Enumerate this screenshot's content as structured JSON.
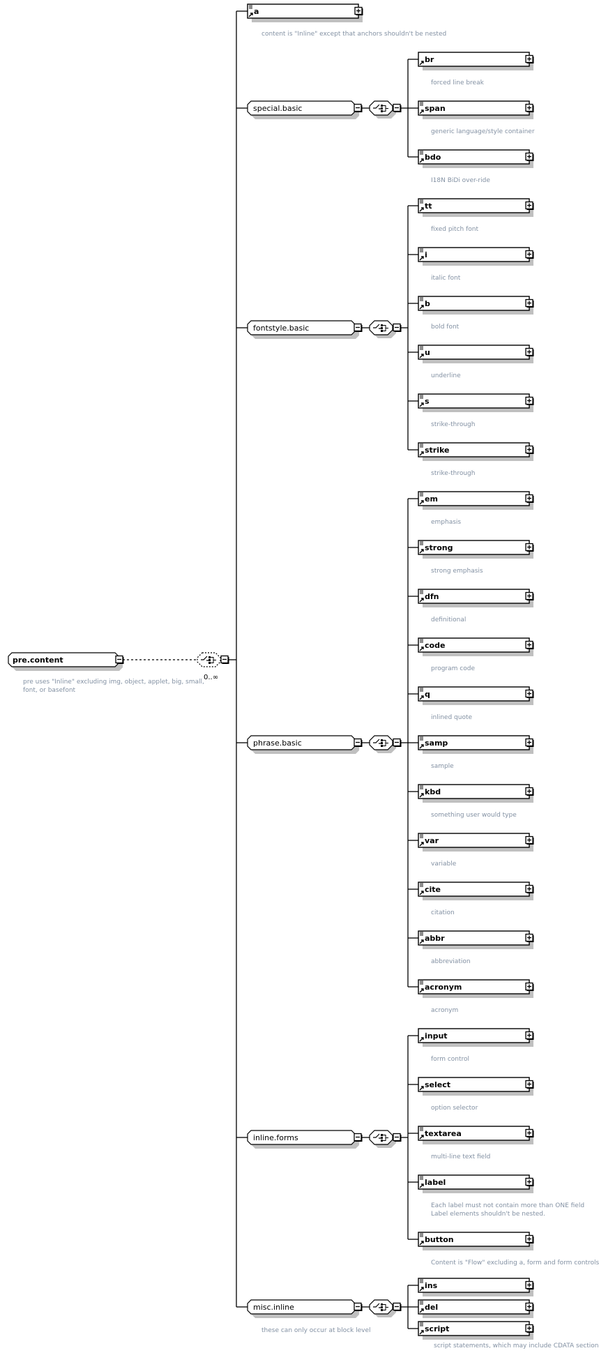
{
  "root": {
    "name": "pre.content",
    "desc": [
      "pre uses \"Inline\" excluding img, object, applet, big, small,",
      "font, or basefont"
    ],
    "cardinality": "0..∞",
    "compositor": "choice"
  },
  "first_element": {
    "name": "a",
    "has_attributes": true,
    "desc": [
      "content is \"Inline\" except that anchors shouldn't be nested"
    ]
  },
  "groups": [
    {
      "name": "special.basic",
      "compositor": "choice",
      "desc": [],
      "children": [
        {
          "name": "br",
          "has_attributes": false,
          "desc": [
            "forced line break"
          ]
        },
        {
          "name": "span",
          "has_attributes": true,
          "desc": [
            "generic language/style container"
          ]
        },
        {
          "name": "bdo",
          "has_attributes": true,
          "desc": [
            "I18N BiDi over-ride"
          ]
        }
      ]
    },
    {
      "name": "fontstyle.basic",
      "compositor": "choice",
      "desc": [],
      "children": [
        {
          "name": "tt",
          "has_attributes": true,
          "desc": [
            "fixed pitch font"
          ]
        },
        {
          "name": "i",
          "has_attributes": true,
          "desc": [
            "italic font"
          ]
        },
        {
          "name": "b",
          "has_attributes": true,
          "desc": [
            "bold font"
          ]
        },
        {
          "name": "u",
          "has_attributes": true,
          "desc": [
            "underline"
          ]
        },
        {
          "name": "s",
          "has_attributes": true,
          "desc": [
            "strike-through"
          ]
        },
        {
          "name": "strike",
          "has_attributes": true,
          "desc": [
            "strike-through"
          ]
        }
      ]
    },
    {
      "name": "phrase.basic",
      "compositor": "choice",
      "desc": [],
      "children": [
        {
          "name": "em",
          "has_attributes": true,
          "desc": [
            "emphasis"
          ]
        },
        {
          "name": "strong",
          "has_attributes": true,
          "desc": [
            "strong emphasis"
          ]
        },
        {
          "name": "dfn",
          "has_attributes": true,
          "desc": [
            "definitional"
          ]
        },
        {
          "name": "code",
          "has_attributes": true,
          "desc": [
            "program code"
          ]
        },
        {
          "name": "q",
          "has_attributes": true,
          "desc": [
            "inlined quote"
          ]
        },
        {
          "name": "samp",
          "has_attributes": true,
          "desc": [
            "sample"
          ]
        },
        {
          "name": "kbd",
          "has_attributes": true,
          "desc": [
            "something user would type"
          ]
        },
        {
          "name": "var",
          "has_attributes": true,
          "desc": [
            "variable"
          ]
        },
        {
          "name": "cite",
          "has_attributes": true,
          "desc": [
            "citation"
          ]
        },
        {
          "name": "abbr",
          "has_attributes": true,
          "desc": [
            "abbreviation"
          ]
        },
        {
          "name": "acronym",
          "has_attributes": true,
          "desc": [
            "acronym"
          ]
        }
      ]
    },
    {
      "name": "inline.forms",
      "compositor": "choice",
      "desc": [],
      "children": [
        {
          "name": "input",
          "has_attributes": false,
          "desc": [
            "form control"
          ]
        },
        {
          "name": "select",
          "has_attributes": false,
          "desc": [
            "option selector"
          ]
        },
        {
          "name": "textarea",
          "has_attributes": true,
          "desc": [
            "multi-line text field"
          ]
        },
        {
          "name": "label",
          "has_attributes": true,
          "desc": [
            "Each label must not contain more than ONE field",
            "Label elements shouldn't be nested."
          ]
        },
        {
          "name": "button",
          "has_attributes": true,
          "desc": [
            "Content is \"Flow\" excluding a, form and form controls"
          ]
        }
      ]
    },
    {
      "name": "misc.inline",
      "compositor": "choice",
      "compact": true,
      "desc": [
        "these can only occur at block level"
      ],
      "children": [
        {
          "name": "ins",
          "has_attributes": true,
          "desc": []
        },
        {
          "name": "del",
          "has_attributes": true,
          "desc": []
        },
        {
          "name": "script",
          "has_attributes": true,
          "desc": [
            "script statements, which may include CDATA sections"
          ]
        }
      ]
    }
  ],
  "colors": {
    "line": "#000000",
    "shadow": "#c0c0c0",
    "description": "#8391a3"
  }
}
